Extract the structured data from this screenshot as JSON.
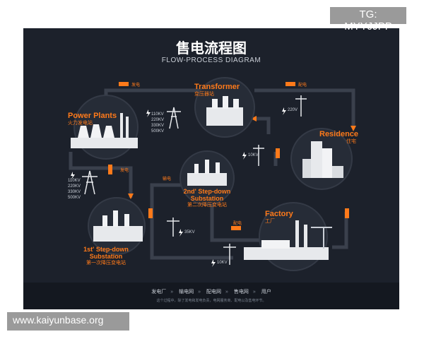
{
  "header": {
    "title": "售电流程图",
    "subtitle": "FLOW-PROCESS DIAGRAM"
  },
  "watermark": {
    "top_right": "TG: MYYJJPP",
    "bottom_left": "www.kaiyunbase.org"
  },
  "nodes": {
    "power_plants": {
      "en": "Power Plants",
      "cn": "火力发电站"
    },
    "transformer": {
      "en": "Transformer",
      "cn": "变压器站"
    },
    "residence": {
      "en": "Residence",
      "cn": "住宅"
    },
    "step_down_2": {
      "en1": "2nd' Step-down",
      "en2": "Substation",
      "cn": "第二次降压变电站"
    },
    "factory": {
      "en": "Factory",
      "cn": "工厂"
    },
    "step_down_1": {
      "en1": "1st' Step-down",
      "en2": "Substation",
      "cn": "第一次降压变电站"
    }
  },
  "flow_labels": {
    "fadian": "发电",
    "peidian_top": "配电",
    "fadian_left": "发电",
    "shudian": "输电",
    "peidian_mid": "配电"
  },
  "voltages": {
    "plant": [
      "110KV",
      "220KV",
      "330KV",
      "500KV"
    ],
    "left_tower": [
      "110KV",
      "220KV",
      "330KV",
      "500KV"
    ],
    "residence_pole": "220V",
    "pole_10kv_a": "10KV",
    "pole_35kv": "35KV",
    "pole_10kv_b": "10KV"
  },
  "footer": {
    "steps": [
      "发电厂",
      "输电网",
      "配电网",
      "售电网",
      "用户"
    ],
    "separator": "»",
    "note": "这个过程中，除了发电和发电负责，电网服务商、配电以及售电环节。"
  },
  "colors": {
    "background": "#1c212b",
    "accent": "#ff7a1a",
    "line": "#3a404c",
    "text": "#ffffff"
  }
}
